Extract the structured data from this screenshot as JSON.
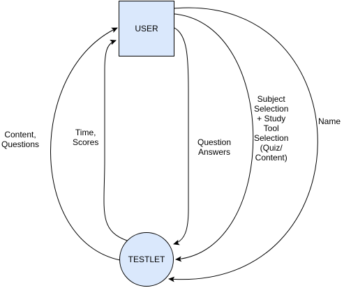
{
  "nodes": {
    "user": {
      "label": "USER",
      "shape": "rectangle",
      "fill": "#dae8fc"
    },
    "testlet": {
      "label": "TESTLET",
      "shape": "circle",
      "fill": "#dae8fc"
    }
  },
  "edges": [
    {
      "from": "testlet",
      "to": "user",
      "label_lines": [
        "Content,",
        "Questions"
      ]
    },
    {
      "from": "testlet",
      "to": "user",
      "label_lines": [
        "Time,",
        "Scores"
      ]
    },
    {
      "from": "user",
      "to": "testlet",
      "label_lines": [
        "Question",
        "Answers"
      ]
    },
    {
      "from": "user",
      "to": "testlet",
      "label_lines": [
        "Subject",
        "Selection",
        "+ Study",
        "Tool",
        "Selection",
        "(Quiz/",
        "Content)"
      ]
    },
    {
      "from": "user",
      "to": "testlet",
      "label_lines": [
        "Name"
      ]
    }
  ],
  "colors": {
    "node_fill": "#dae8fc",
    "stroke": "#000000"
  }
}
